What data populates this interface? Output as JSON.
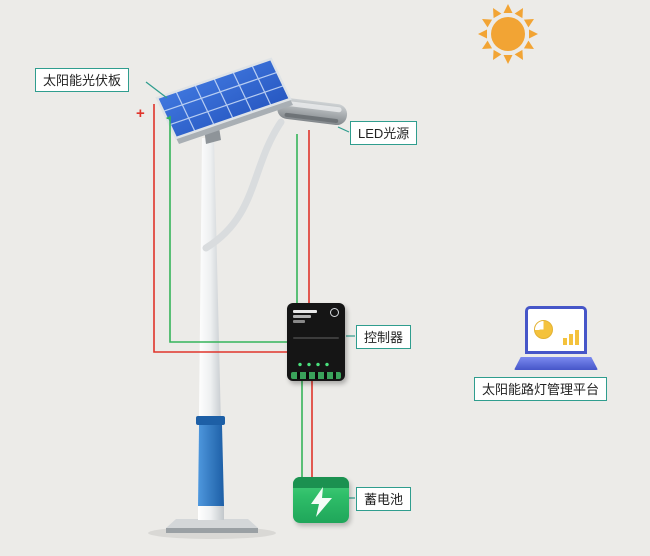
{
  "labels": {
    "panel": "太阳能光伏板",
    "led": "LED光源",
    "controller": "控制器",
    "platform": "太阳能路灯管理平台",
    "battery": "蓄电池"
  },
  "symbols": {
    "plus": "+",
    "minus": "-"
  },
  "colors": {
    "bg": "#ecebe8",
    "label_border": "#2f9d8e",
    "label_text": "#222222",
    "wire_red": "#e0342b",
    "wire_green": "#35b45a",
    "sun": "#f2a434",
    "panel_blue": "#2a5fd0",
    "pole_blue": "#2e7fd1",
    "controller_black": "#151515",
    "battery_green": "#2fbe69",
    "battery_green_dark": "#1b9150",
    "laptop_blue": "#4656c8",
    "chart_yellow": "#f4c23c"
  }
}
